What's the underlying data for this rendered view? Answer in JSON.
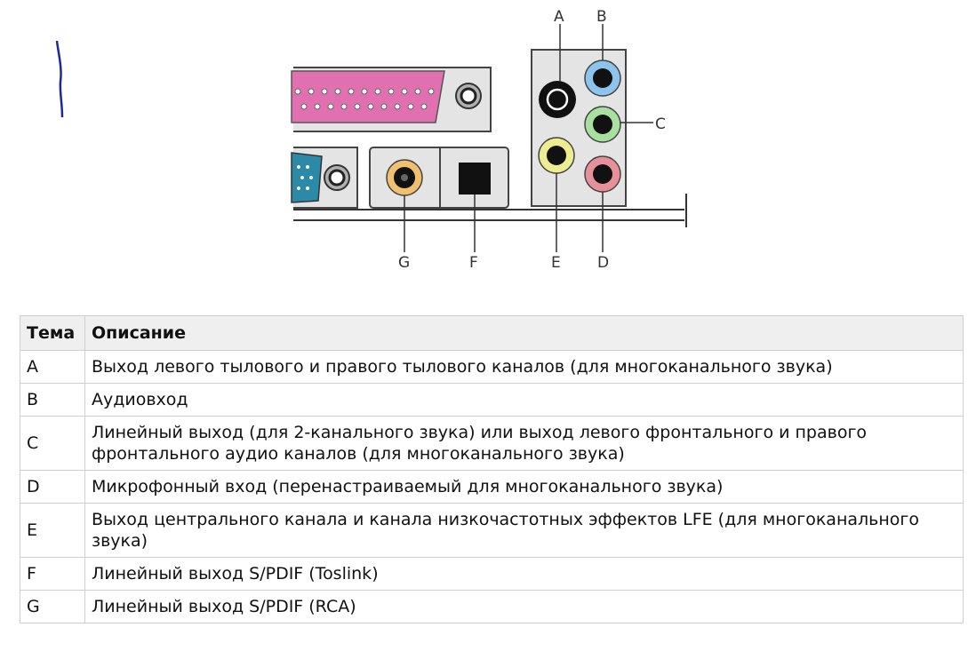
{
  "diagram": {
    "labels": {
      "a": "A",
      "b": "B",
      "c": "C",
      "d": "D",
      "e": "E",
      "f": "F",
      "g": "G"
    }
  },
  "table": {
    "headers": {
      "topic": "Тема",
      "description": "Описание"
    },
    "rows": [
      {
        "topic": "A",
        "description": "Выход левого тылового и правого тылового каналов (для многоканального звука)"
      },
      {
        "topic": "B",
        "description": "Аудиовход"
      },
      {
        "topic": "C",
        "description": "Линейный выход (для 2-канального звука) или выход левого фронтального и правого фронтального аудио каналов (для многоканального звука)"
      },
      {
        "topic": "D",
        "description": "Микрофонный вход (перенастраиваемый для многоканального звука)"
      },
      {
        "topic": "E",
        "description": "Выход центрального канала и канала низкочастотных эффектов LFE (для многоканального звука)"
      },
      {
        "topic": "F",
        "description": "Линейный выход S/PDIF (Toslink)"
      },
      {
        "topic": "G",
        "description": "Линейный выход S/PDIF (RCA)"
      }
    ]
  },
  "colors": {
    "jack_a": "#111111",
    "jack_b": "#8cc4ec",
    "jack_c": "#a8e0a0",
    "jack_d": "#e8909a",
    "jack_e": "#ecec90",
    "jack_g": "#f0c070",
    "parallel_connector": "#e070b0",
    "serial_connector": "#2a8aa8",
    "panel": "#e4e4e4",
    "header_bg": "#efefef"
  }
}
